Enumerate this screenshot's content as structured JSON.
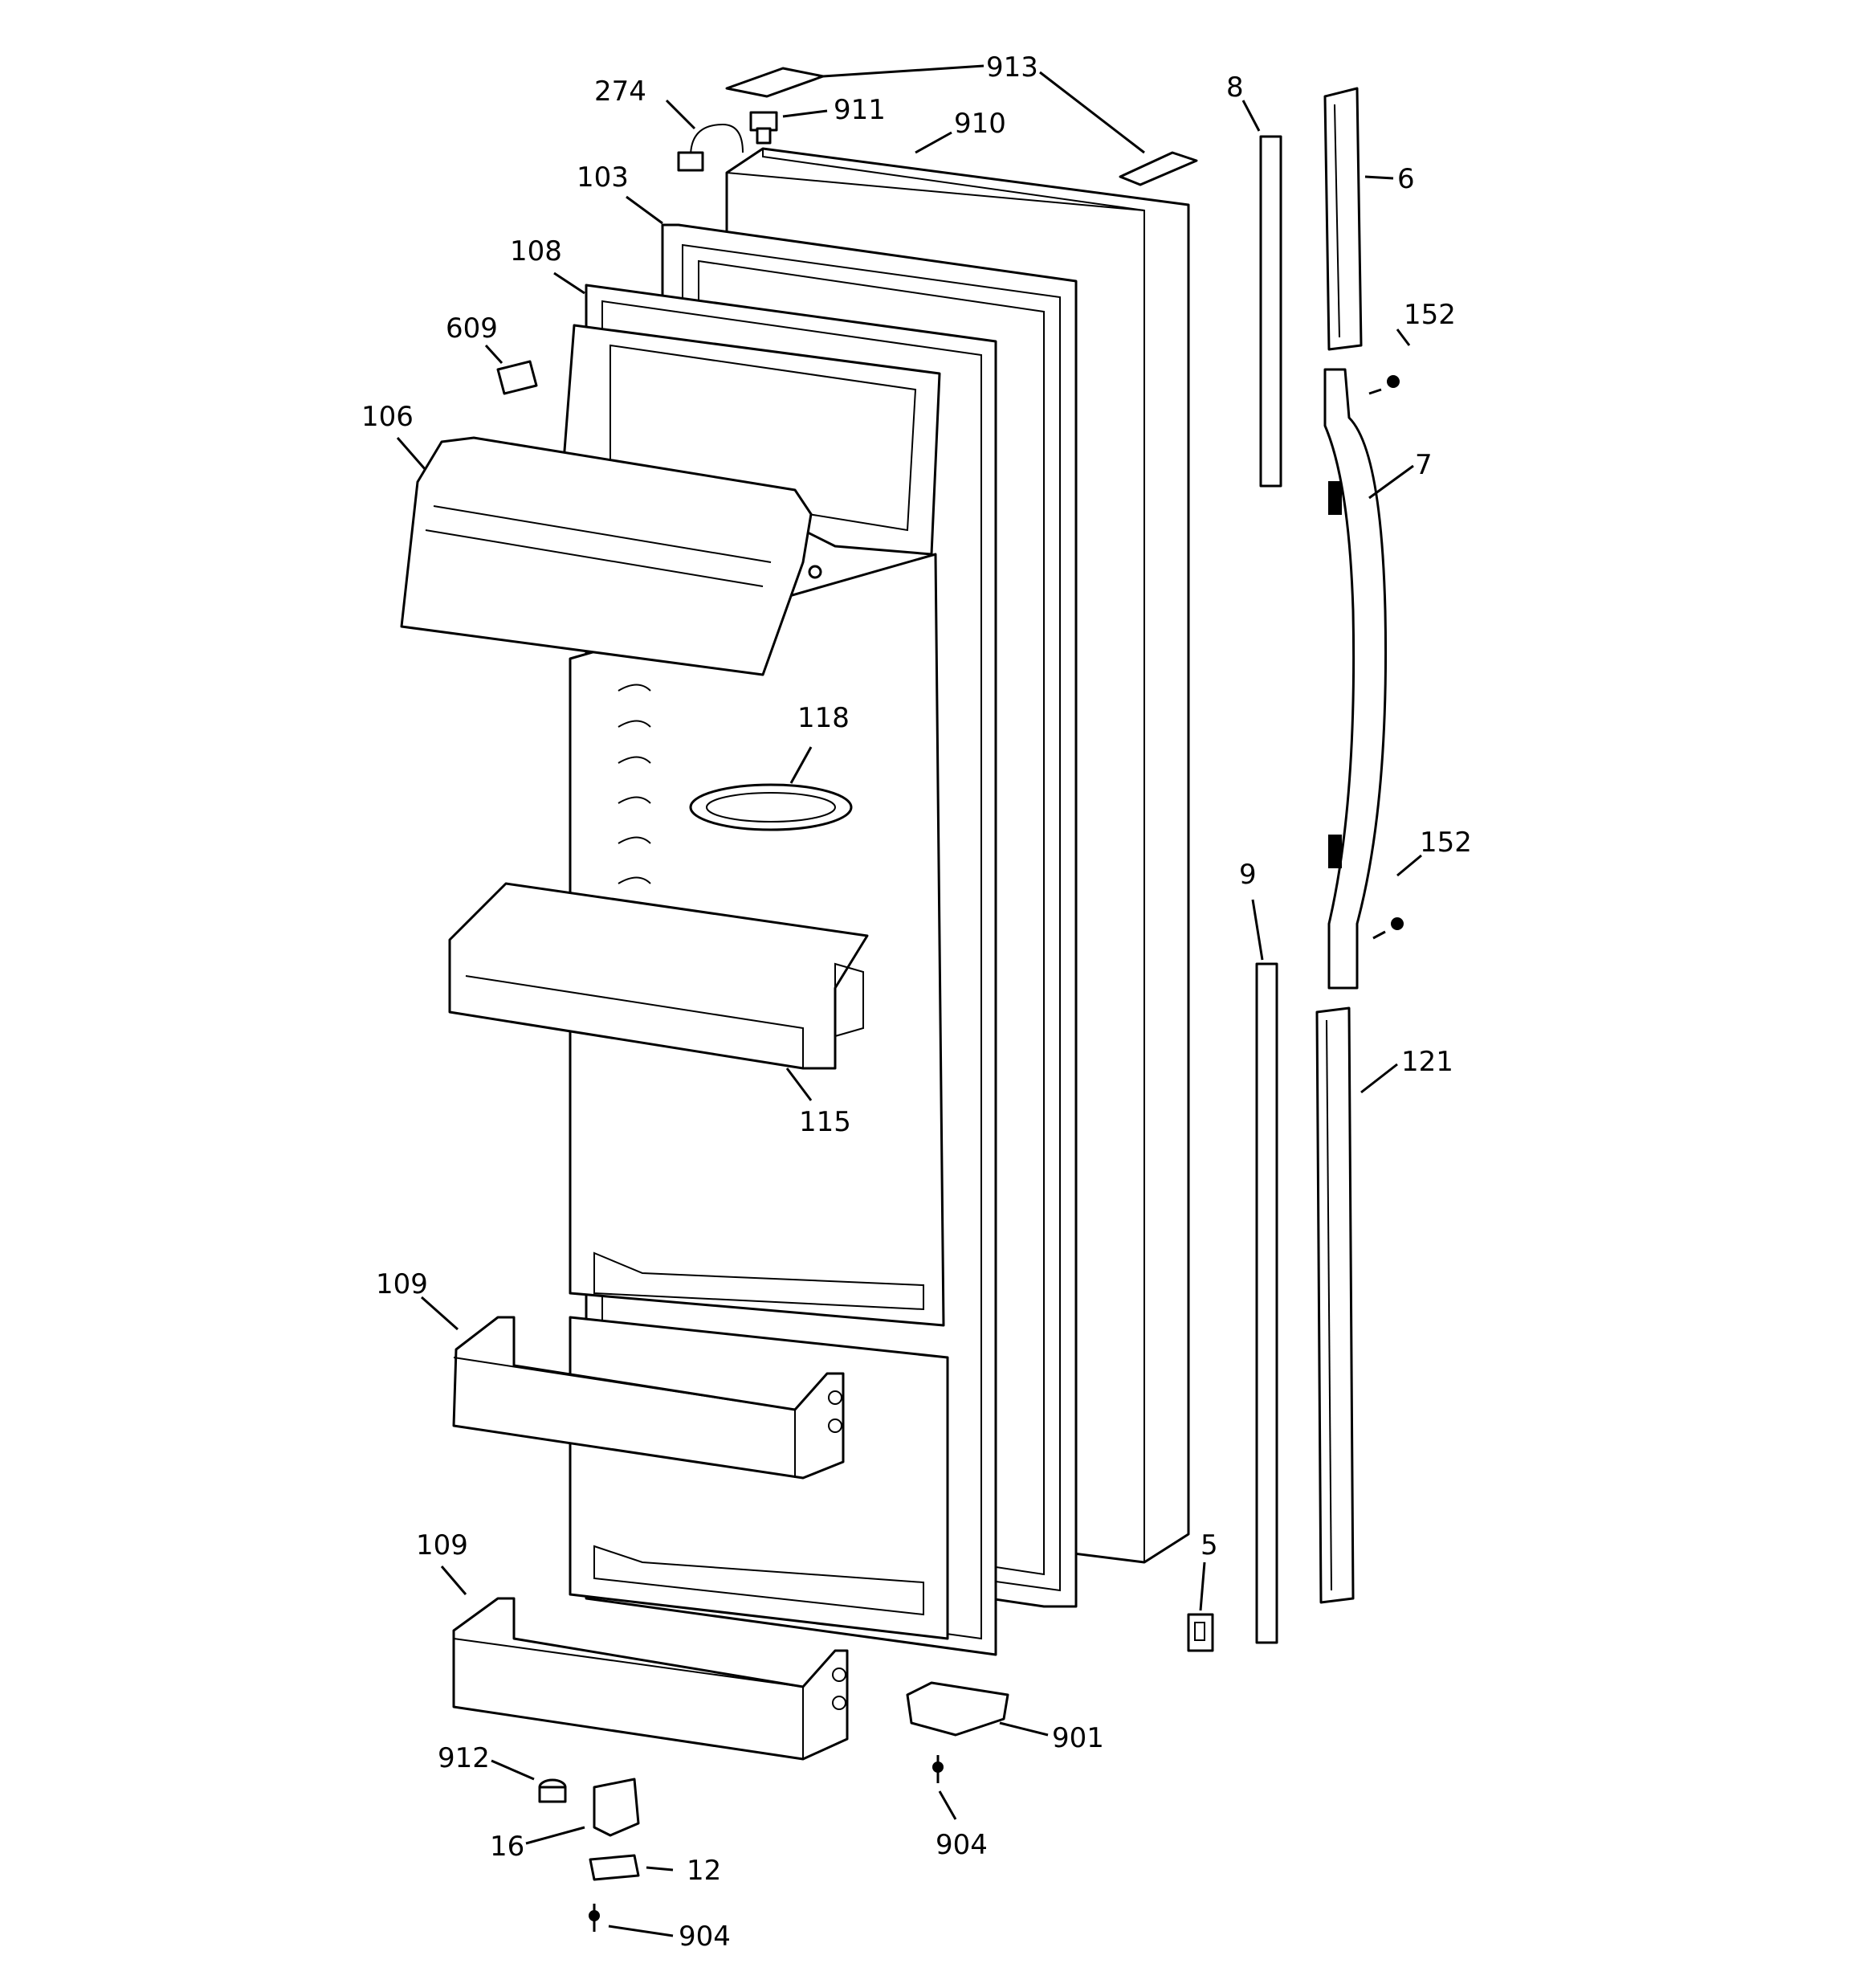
{
  "diagram": {
    "colors": {
      "line": "#000000",
      "background": "#ffffff"
    },
    "callouts": {
      "c913": "913",
      "c274": "274",
      "c911": "911",
      "c910": "910",
      "c8": "8",
      "c6": "6",
      "c103": "103",
      "c108": "108",
      "c152a": "152",
      "c609": "609",
      "c106": "106",
      "c7": "7",
      "c118": "118",
      "c9": "9",
      "c152b": "152",
      "c121": "121",
      "c115": "115",
      "c109a": "109",
      "c109b": "109",
      "c5": "5",
      "c901": "901",
      "c912": "912",
      "c16": "16",
      "c904a": "904",
      "c12": "12",
      "c904b": "904"
    }
  }
}
